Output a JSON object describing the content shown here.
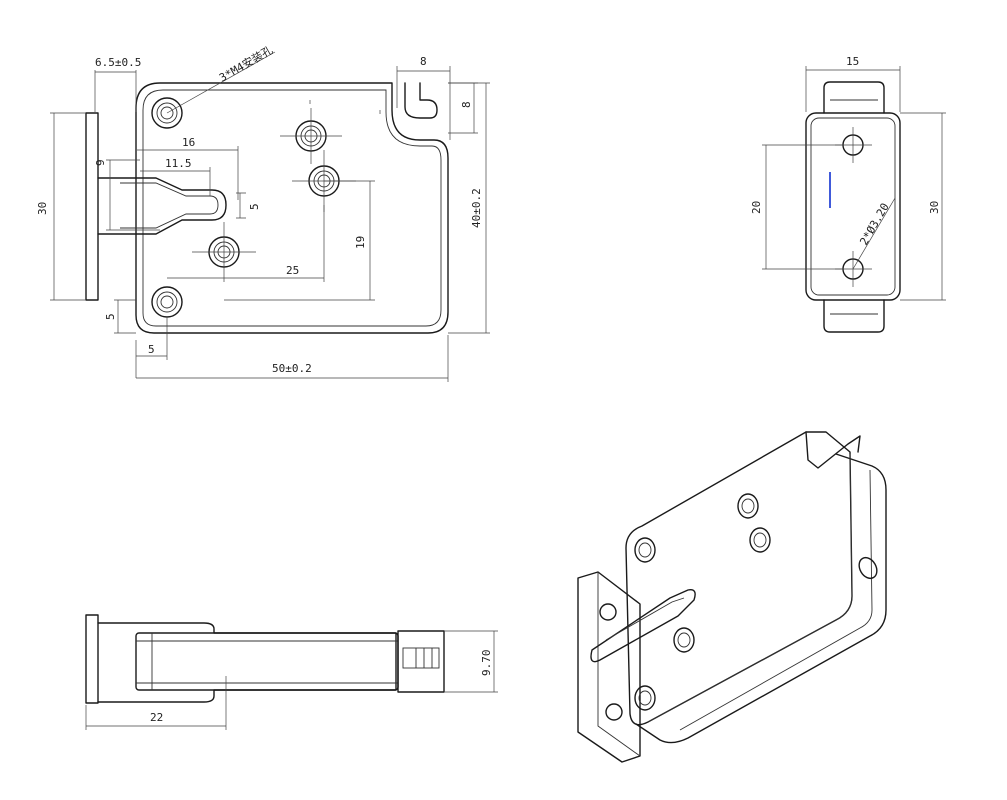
{
  "front_view": {
    "dims": {
      "flange": "6.5±0.5",
      "holes_note": "3*M4安装孔",
      "slot_width": "8",
      "slot_depth": "8",
      "height_30": "30",
      "height_40": "40±0.2",
      "d16": "16",
      "d11_5": "11.5",
      "d9": "9",
      "d5_bolt": "5",
      "d19": "19",
      "d25": "25",
      "d5_bottom": "5",
      "d5_left": "5",
      "width_50": "50±0.2"
    }
  },
  "side_view": {
    "dims": {
      "width_15": "15",
      "pitch_20": "20",
      "height_30": "30",
      "holes": "2*Ø3.20"
    },
    "accent_color": "#1030d0"
  },
  "bottom_view": {
    "dims": {
      "d22": "22",
      "d9_70": "9.70"
    }
  }
}
